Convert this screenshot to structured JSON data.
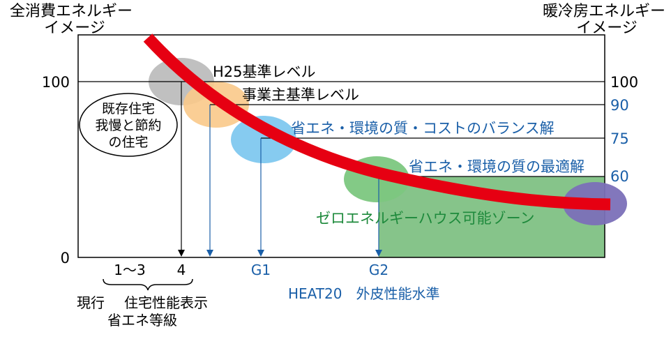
{
  "left_axis_label": [
    "全消費エネルギー",
    "イメージ"
  ],
  "right_axis_label": [
    "暖冷房エネルギー",
    "イメージ"
  ],
  "left_ticks": [
    "100",
    "0"
  ],
  "right_ticks": [
    "100",
    "90",
    "75",
    "60"
  ],
  "levels": {
    "h25": "H25基準レベル",
    "jigyo": "事業主基準レベル",
    "g1": "省エネ・環境の質・コストのバランス解",
    "g2": "省エネ・環境の質の最適解"
  },
  "zeh_zone": "ゼロエネルギーハウス可能ゾーン",
  "existing_house": [
    "既存住宅",
    "我慢と節約",
    "の住宅"
  ],
  "x_labels": {
    "grade_range": "1〜3",
    "grade_4": "4",
    "g1": "G1",
    "g2": "G2",
    "current": "現行",
    "grade_caption": [
      "住宅性能表示",
      "省エネ等級"
    ],
    "heat20": "HEAT20　外皮性能水準"
  },
  "colors": {
    "curve": "#e60012",
    "blue_text": "#1a5fa8",
    "green_text": "#1e8a3c",
    "zeh_fill": "#86c48a",
    "grade4_circle": "#b5b5b5",
    "jigyo_circle": "#f9c98a",
    "g1_circle": "#7fc8ef",
    "g2_circle": "#7cc77f",
    "zeh_circle": "#7b70b8"
  }
}
